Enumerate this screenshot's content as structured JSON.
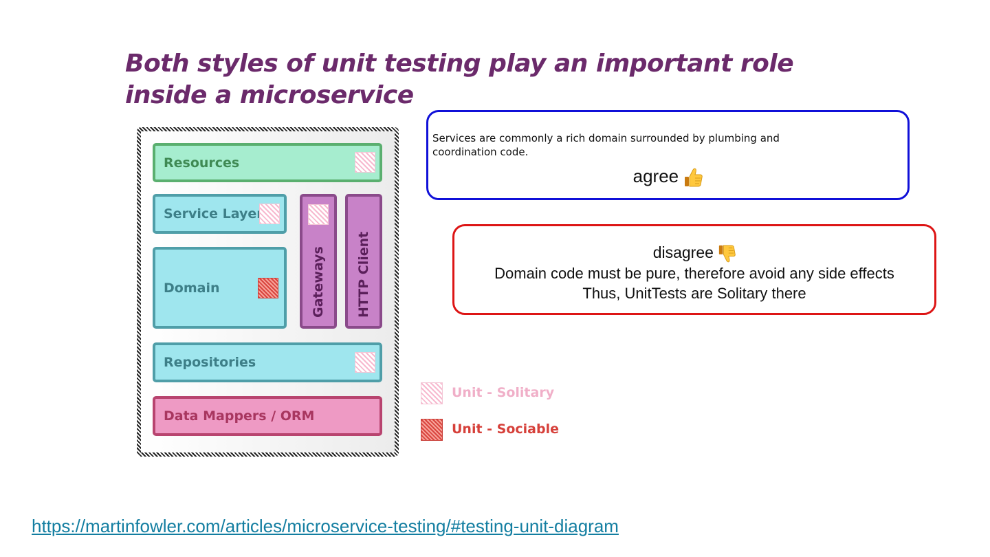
{
  "title": "Both styles of unit testing play an important role inside a microservice",
  "diagram": {
    "resources": "Resources",
    "service_layer": "Service Layer",
    "domain": "Domain",
    "gateways": "Gateways",
    "http_client": "HTTP Client",
    "repositories": "Repositories",
    "data_mappers": "Data Mappers / ORM"
  },
  "legend": {
    "solitary": "Unit - Solitary",
    "sociable": "Unit - Sociable"
  },
  "agree_callout": {
    "description": "Services are commonly a rich domain surrounded by plumbing and coordination code.",
    "verdict": "agree",
    "icon": "thumbs-up-icon"
  },
  "disagree_callout": {
    "verdict": "disagree",
    "icon": "thumbs-down-icon",
    "line1": "Domain code must be pure, therefore avoid any side effects",
    "line2": "Thus, UnitTests are Solitary there"
  },
  "link": "https://martinfowler.com/articles/microservice-testing/#testing-unit-diagram",
  "colors": {
    "title": "#6b2a6b",
    "agree_border": "#1010d8",
    "disagree_border": "#dd1515",
    "link": "#137ea1"
  }
}
